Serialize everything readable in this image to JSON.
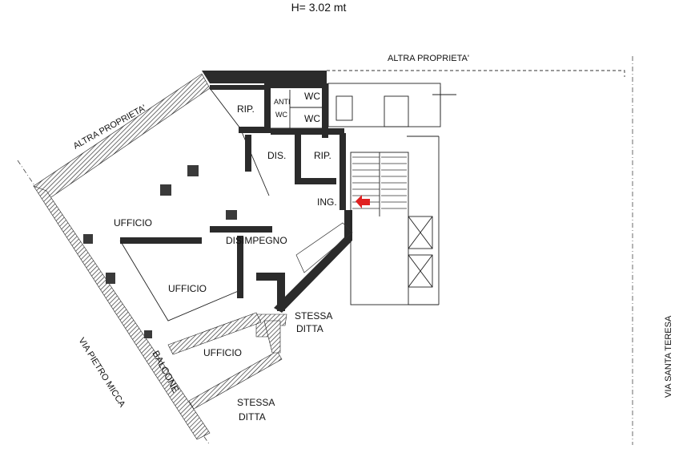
{
  "header": {
    "height_note": "H= 3.02 mt"
  },
  "boundaries": {
    "top": "ALTRA PROPRIETA'",
    "top_left": "ALTRA PROPRIETA'"
  },
  "streets": {
    "left": "VIA PIETRO MICCA",
    "right": "VIA SANTA TERESA"
  },
  "rooms": {
    "rip_top": "RIP.",
    "anti": "ANTI",
    "wc_anti": "WC",
    "wc1": "WC",
    "wc2": "WC",
    "dis": "DIS.",
    "rip": "RIP.",
    "ing": "ING.",
    "ufficio_main": "UFFICIO",
    "disimpegno": "DISIMPEGNO",
    "ufficio_mid": "UFFICIO",
    "ufficio_low": "UFFICIO",
    "balcone": "BALCONE",
    "stessa_ditta_1a": "STESSA",
    "stessa_ditta_1b": "DITTA",
    "stessa_ditta_2a": "STESSA",
    "stessa_ditta_2b": "DITTA"
  },
  "colors": {
    "entrance_arrow": "#e02020",
    "walls": "#2b2b2b"
  },
  "icons": {
    "entrance": "red-arrow-left-icon",
    "elevator": "elevator-shaft-icon"
  }
}
